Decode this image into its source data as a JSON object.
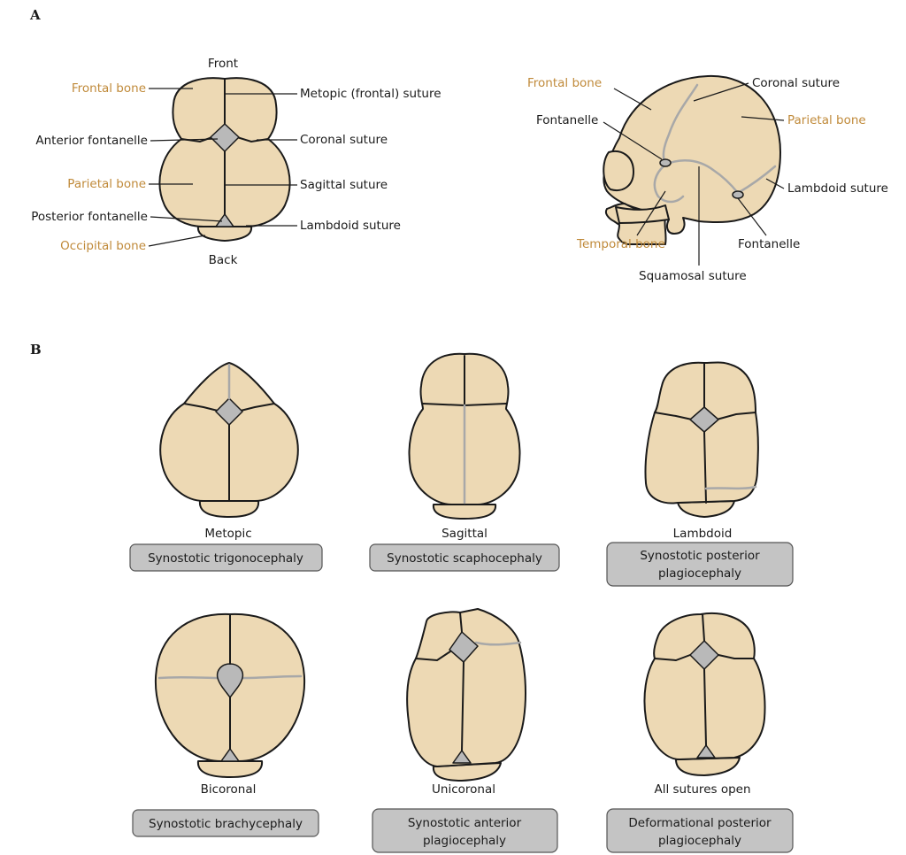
{
  "colors": {
    "bone_fill": "#edd9b4",
    "fontanelle_fill": "#b9b9b9",
    "open_suture": "#1a1a1a",
    "fused_suture": "#a8a8a8",
    "bone_label": "#c08a3a",
    "diagnosis_box": "#c4c4c4"
  },
  "panel_a": {
    "letter": "A",
    "top_view": {
      "front": "Front",
      "back": "Back",
      "frontal_bone": "Frontal bone",
      "anterior_fontanelle": "Anterior fontanelle",
      "parietal_bone": "Parietal bone",
      "posterior_fontanelle": "Posterior fontanelle",
      "occipital_bone": "Occipital bone",
      "metopic_suture": "Metopic (frontal) suture",
      "coronal_suture": "Coronal suture",
      "sagittal_suture": "Sagittal suture",
      "lambdoid_suture": "Lambdoid suture"
    },
    "side_view": {
      "frontal_bone": "Frontal bone",
      "coronal_suture": "Coronal suture",
      "parietal_bone": "Parietal bone",
      "fontanelle_front": "Fontanelle",
      "lambdoid_suture": "Lambdoid suture",
      "temporal_bone": "Temporal bone",
      "fontanelle_back": "Fontanelle",
      "squamosal_suture": "Squamosal suture"
    }
  },
  "panel_b": {
    "letter": "B",
    "skulls": [
      {
        "name": "Metopic",
        "diagnosis_line1": "Synostotic trigonocephaly",
        "diagnosis_line2": ""
      },
      {
        "name": "Sagittal",
        "diagnosis_line1": "Synostotic scaphocephaly",
        "diagnosis_line2": ""
      },
      {
        "name": "Lambdoid",
        "diagnosis_line1": "Synostotic posterior",
        "diagnosis_line2": "plagiocephaly"
      },
      {
        "name": "Bicoronal",
        "diagnosis_line1": "Synostotic brachycephaly",
        "diagnosis_line2": ""
      },
      {
        "name": "Unicoronal",
        "diagnosis_line1": "Synostotic anterior",
        "diagnosis_line2": "plagiocephaly"
      },
      {
        "name": "All sutures open",
        "diagnosis_line1": "Deformational posterior",
        "diagnosis_line2": "plagiocephaly"
      }
    ]
  }
}
